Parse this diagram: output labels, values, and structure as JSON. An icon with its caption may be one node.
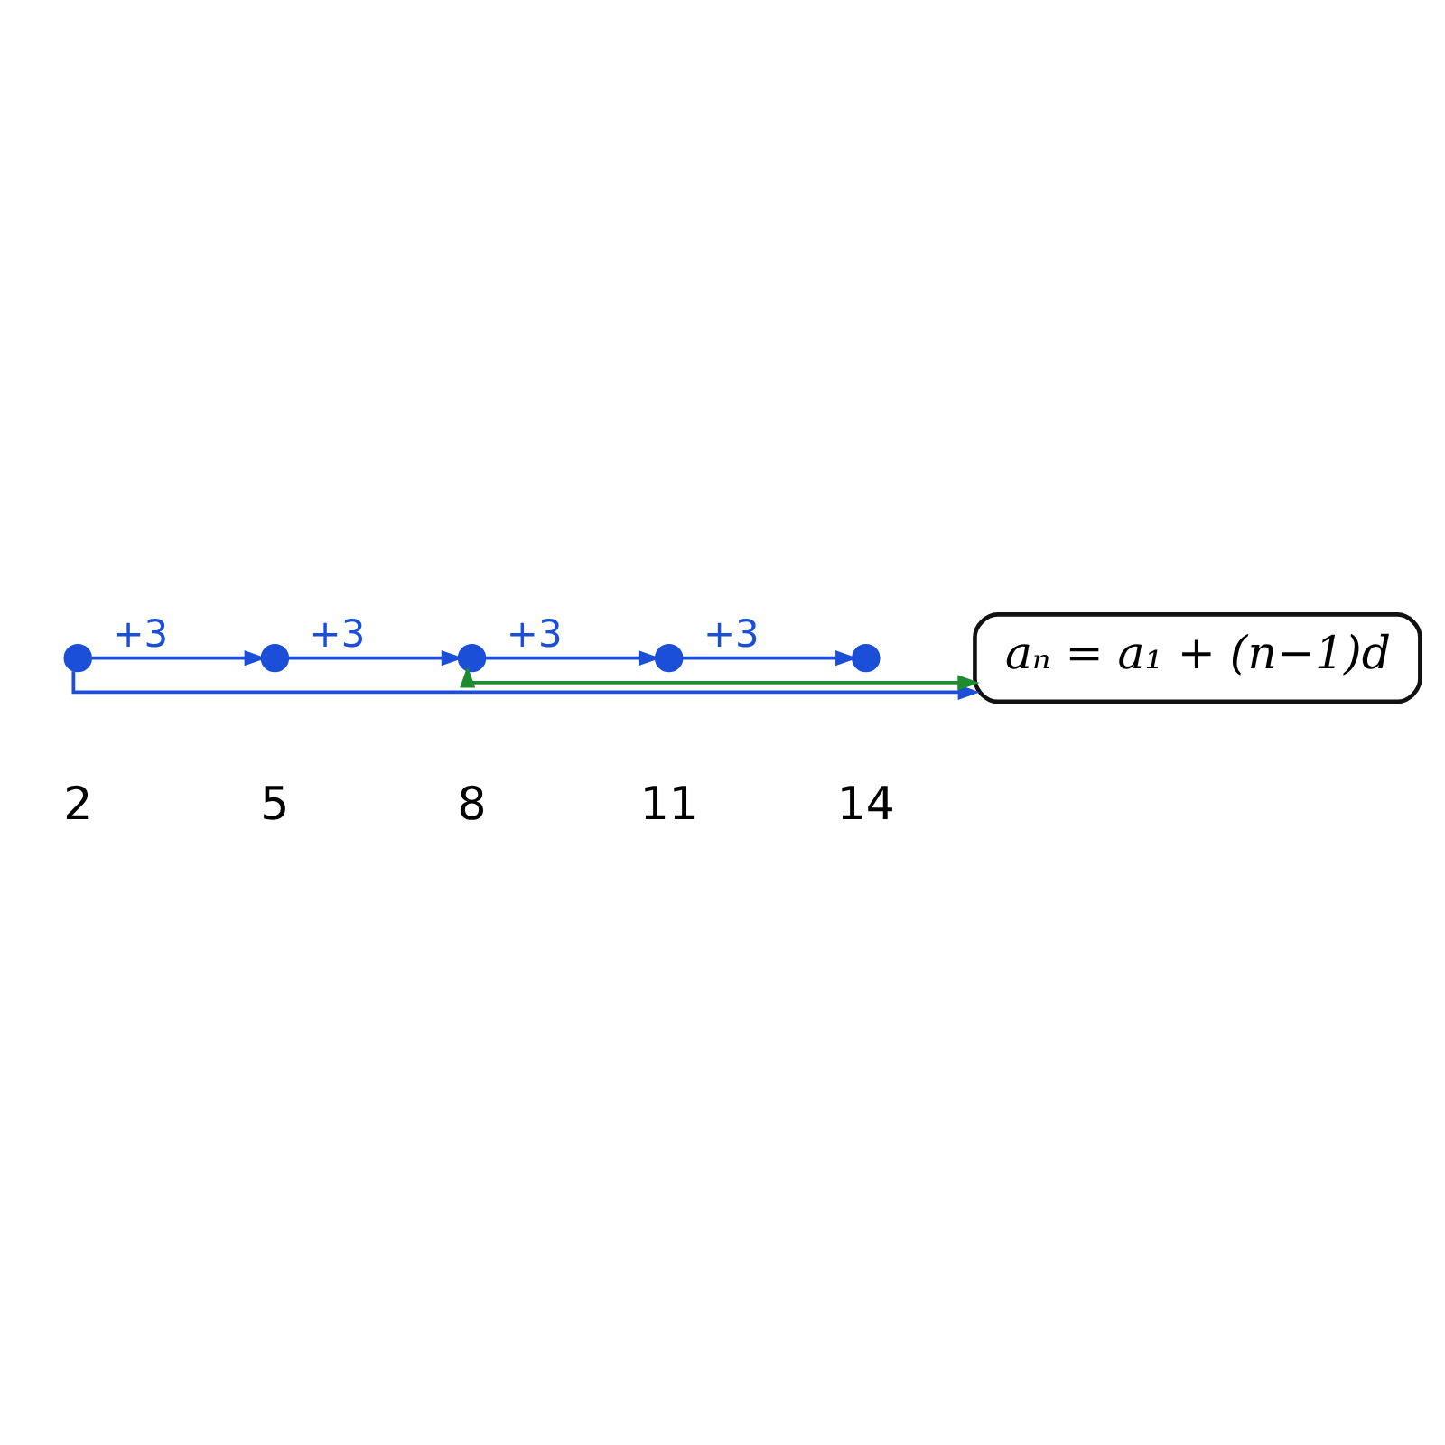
{
  "diagram": {
    "nodes": [
      {
        "text": [],
        "shape": "circle",
        "beside": [
          "2"
        ]
      },
      {
        "text": [],
        "shape": "circle",
        "beside": [
          "5"
        ]
      },
      {
        "text": [],
        "shape": "circle",
        "beside": [
          "8"
        ]
      },
      {
        "text": [],
        "shape": "circle",
        "beside": [
          "11"
        ]
      },
      {
        "text": [],
        "shape": "circle",
        "beside": [
          "14"
        ]
      },
      {
        "text": [
          "aₙ = a₁ + (n−1)d"
        ]
      }
    ],
    "edges": [
      {
        "from": 0,
        "to": 1,
        "arrow": "to",
        "label": "+3"
      },
      {
        "from": 1,
        "to": 2,
        "arrow": "to",
        "label": "+3"
      },
      {
        "from": 2,
        "to": 3,
        "arrow": "to",
        "label": "+3"
      },
      {
        "from": 3,
        "to": 4,
        "arrow": "to",
        "label": "+3"
      },
      {
        "from": 0,
        "to": 5,
        "arrow": "to"
      },
      {
        "from": 2,
        "to": 5,
        "arrow": "both",
        "color": "#1e8c2e"
      }
    ]
  }
}
